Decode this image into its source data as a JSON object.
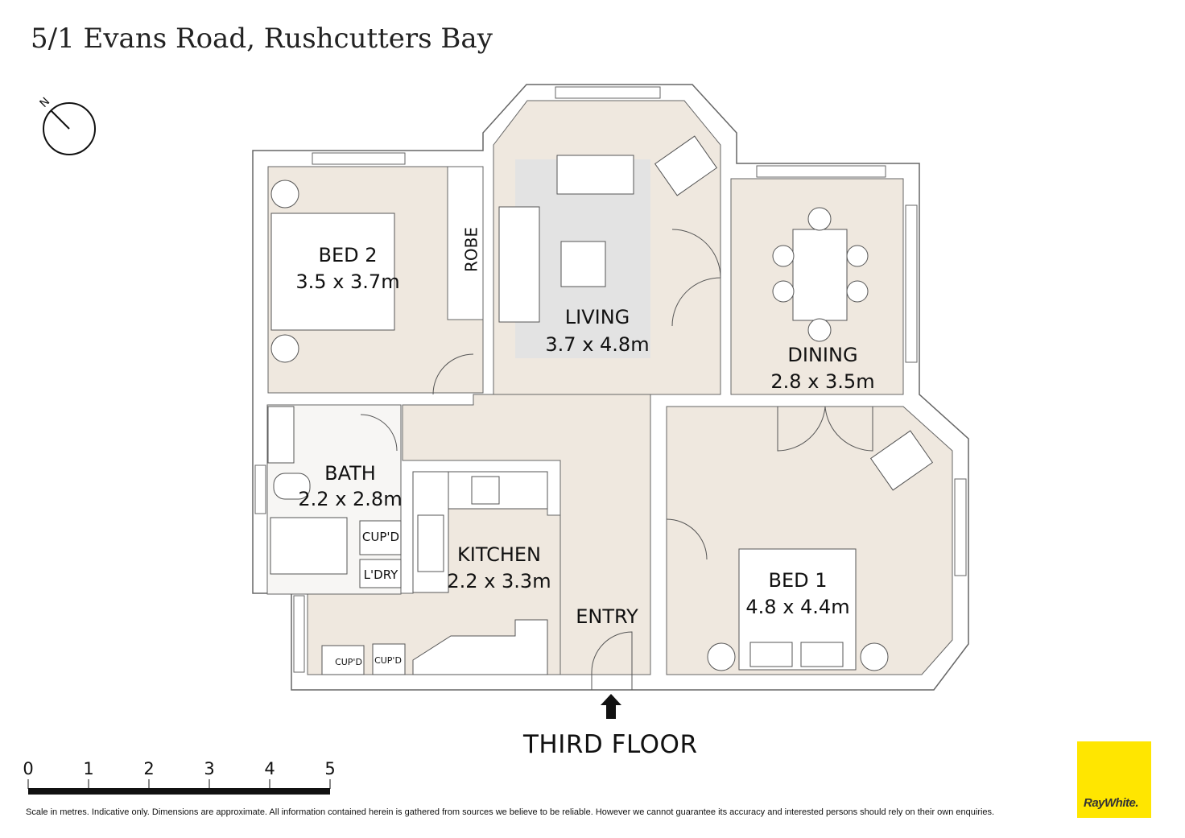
{
  "title": "5/1 Evans Road, Rushcutters Bay",
  "compass": {
    "label": "N"
  },
  "rooms": {
    "bed2": {
      "name": "BED 2",
      "dims": "3.5 x 3.7m"
    },
    "robe": {
      "name": "ROBE"
    },
    "living": {
      "name": "LIVING",
      "dims": "3.7 x 4.8m"
    },
    "dining": {
      "name": "DINING",
      "dims": "2.8 x 3.5m"
    },
    "bath": {
      "name": "BATH",
      "dims": "2.2 x 2.8m"
    },
    "kitchen": {
      "name": "KITCHEN",
      "dims": "2.2 x 3.3m"
    },
    "entry": {
      "name": "ENTRY"
    },
    "bed1": {
      "name": "BED 1",
      "dims": "4.8 x 4.4m"
    },
    "cupd1": {
      "name": "CUP'D"
    },
    "ldry": {
      "name": "L'DRY"
    },
    "cupd2": {
      "name": "CUP'D"
    },
    "cupd3": {
      "name": "CUP'D"
    }
  },
  "floor_label": "THIRD FLOOR",
  "scale": {
    "ticks": [
      "0",
      "1",
      "2",
      "3",
      "4",
      "5"
    ],
    "unit": "metres"
  },
  "disclaimer": "Scale in metres. Indicative only. Dimensions are approximate. All information contained herein is gathered from sources we believe to be reliable. However we cannot guarantee its accuracy and interested persons should rely on their own enquiries.",
  "logo": {
    "text": "RayWhite."
  },
  "colors": {
    "floor": "#efe8df",
    "wall": "#ffffff",
    "line": "#555555",
    "rug": "#e3e3e3",
    "brand": "#ffe600"
  }
}
